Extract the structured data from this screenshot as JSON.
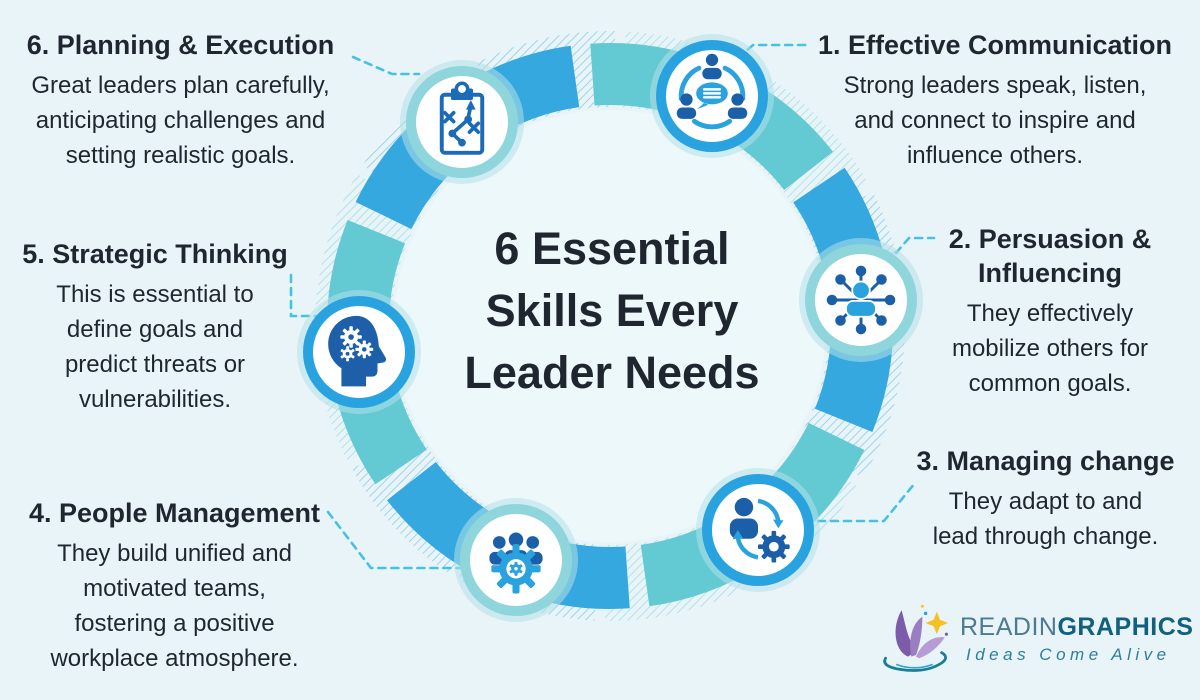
{
  "center_title": {
    "text": "6 Essential\nSkills Every\nLeader Needs"
  },
  "skills": [
    {
      "title": "1. Effective Communication",
      "desc": "Strong leaders speak, listen,\nand connect to inspire and\ninfluence others.",
      "icon": "communication-icon"
    },
    {
      "title": "2. Persuasion &\nInfluencing",
      "desc": "They effectively\nmobilize others for\ncommon goals.",
      "icon": "persuasion-network-icon"
    },
    {
      "title": "3. Managing change",
      "desc": "They adapt to and\nlead through change.",
      "icon": "person-gear-cycle-icon"
    },
    {
      "title": "4. People Management",
      "desc": "They build unified and\nmotivated teams,\nfostering a positive\nworkplace atmosphere.",
      "icon": "team-gear-icon"
    },
    {
      "title": "5. Strategic Thinking",
      "desc": "This is essential to\ndefine goals and\npredict threats or\nvulnerabilities.",
      "icon": "head-gears-icon"
    },
    {
      "title": "6. Planning & Execution",
      "desc": "Great leaders plan carefully,\nanticipating challenges and\nsetting realistic goals.",
      "icon": "strategy-clipboard-icon"
    }
  ],
  "logo": {
    "brand_light": "READIN",
    "brand_bold": "GRAPHICS",
    "tagline": "Ideas Come Alive"
  },
  "colors": {
    "background": "#E9F4F8",
    "ring_teal": "#63CAD4",
    "ring_blue": "#35A8E0",
    "icon_ring_blue": "#29A3DF",
    "icon_ring_pale_teal": "#8ED5DC",
    "glyph_dark_blue": "#1B5FA8",
    "glyph_light_blue": "#2AA2DE",
    "connector": "#45C2E2",
    "text": "#1F2630",
    "logo_purple": "#7C5CA8",
    "logo_star_yellow": "#F6C125",
    "logo_teal": "#10607E"
  }
}
